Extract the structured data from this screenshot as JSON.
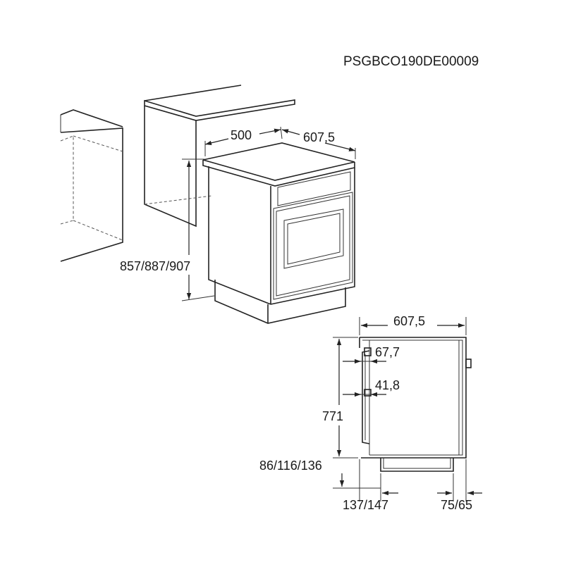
{
  "drawing": {
    "code": "PSGBCO190DE00009"
  },
  "top_view": {
    "depth_label": "500",
    "width_label": "607,5",
    "height_label": "857/887/907"
  },
  "side_view": {
    "width_label": "607,5",
    "dim_upper_label": "67,7",
    "dim_lower_label": "41,8",
    "height_label": "771",
    "plinth_height_label": "86/116/136",
    "front_offset_label": "137/147",
    "rear_offset_label": "75/65"
  }
}
